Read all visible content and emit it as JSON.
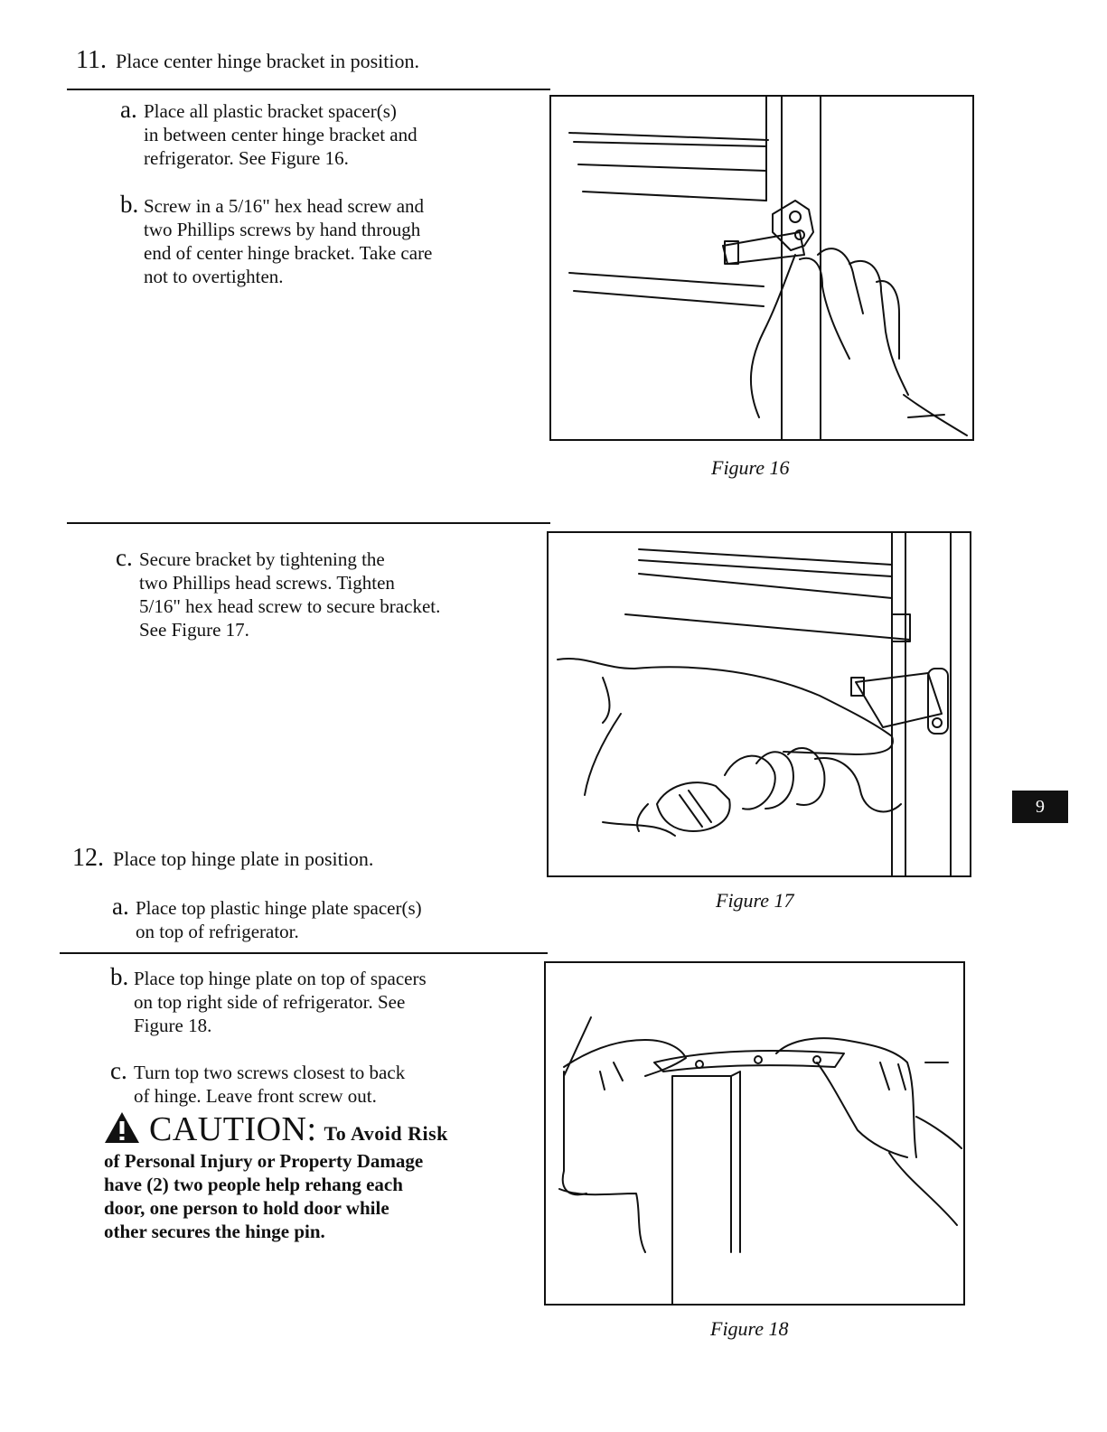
{
  "step11": {
    "number": "11.",
    "title": "Place center hinge bracket in position."
  },
  "step11a": {
    "letter": "a.",
    "lines": [
      "Place all plastic bracket spacer(s)",
      "in between center hinge bracket and",
      "refrigerator. See Figure 16."
    ]
  },
  "step11b": {
    "letter": "b.",
    "lines": [
      "Screw in a 5/16\" hex head screw and",
      "two Phillips  screws by hand through",
      "end of center hinge bracket. Take care",
      "not to overtighten."
    ]
  },
  "step11c": {
    "letter": "c.",
    "lines": [
      "Secure bracket by tightening the",
      "two Phillips head screws. Tighten",
      "5/16\" hex head screw to secure bracket.",
      "See Figure 17."
    ]
  },
  "step12": {
    "number": "12.",
    "title": "Place top hinge plate in position."
  },
  "step12a": {
    "letter": "a.",
    "lines": [
      "Place top plastic hinge plate spacer(s)",
      "on top of refrigerator."
    ]
  },
  "step12b": {
    "letter": "b.",
    "lines": [
      "Place top hinge plate on top of spacers",
      "on top right side of refrigerator. See",
      "Figure 18."
    ]
  },
  "step12c": {
    "letter": "c.",
    "lines": [
      "Turn top two screws closest to back",
      "of hinge. Leave front screw out."
    ]
  },
  "caution": {
    "heading": "CAUTION:",
    "lead": "To Avoid Risk",
    "lines": [
      "of Personal Injury or Property Damage",
      "have (2) two people help rehang each",
      "door, one person to hold door while",
      "other secures the hinge pin."
    ]
  },
  "figures": {
    "fig16": "Figure 16",
    "fig17": "Figure 17",
    "fig18": "Figure 18"
  },
  "page_number": "9"
}
